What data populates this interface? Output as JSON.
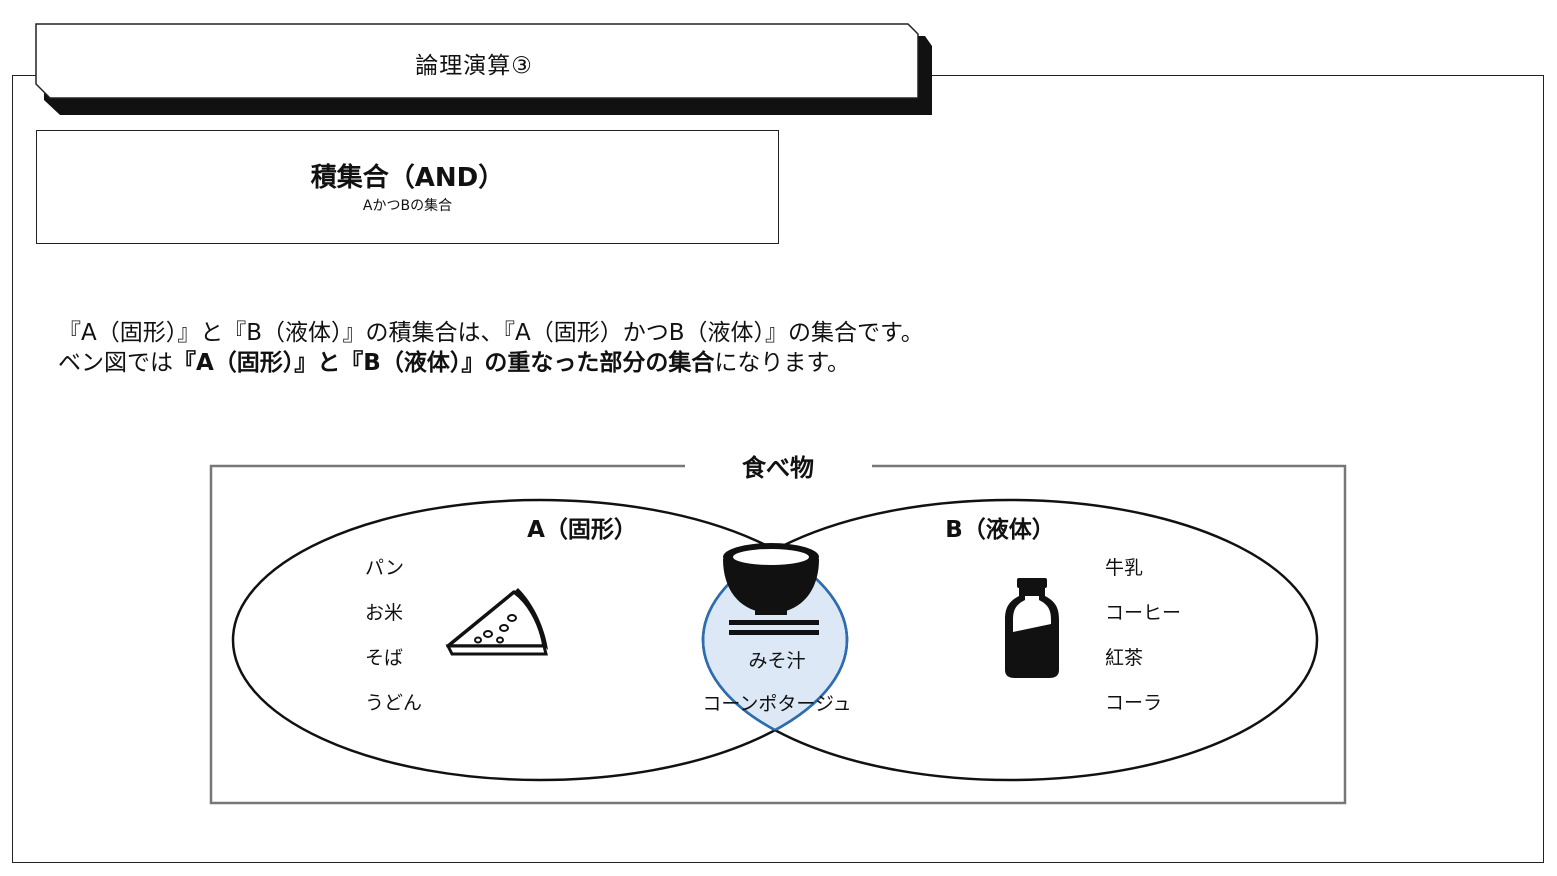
{
  "title_tab": {
    "label": "論理演算③"
  },
  "and_box": {
    "title": "積集合（AND）",
    "subtitle": "AかつBの集合"
  },
  "description": {
    "line1": "『A（固形）』と『B（液体）』の積集合は、『A（固形）かつB（液体）』の集合です。",
    "line2_prefix": "ベン図では",
    "line2_bold": "『A（固形）』と『B（液体）』の重なった部分の集合",
    "line2_suffix": "になります。"
  },
  "venn": {
    "universe_label": "食べ物",
    "set_a": {
      "label": "A（固形）",
      "items": [
        "パン",
        "お米",
        "そば",
        "うどん"
      ],
      "icon": "pizza-slice-icon"
    },
    "set_b": {
      "label": "B（液体）",
      "items": [
        "牛乳",
        "コーヒー",
        "紅茶",
        "コーラ"
      ],
      "icon": "milk-bottle-icon"
    },
    "intersection": {
      "items": [
        "みそ汁",
        "コーンポタージュ"
      ],
      "icon": "soup-bowl-icon",
      "fill_color": "#dce8f5",
      "stroke_color": "#2a6fb5"
    }
  }
}
